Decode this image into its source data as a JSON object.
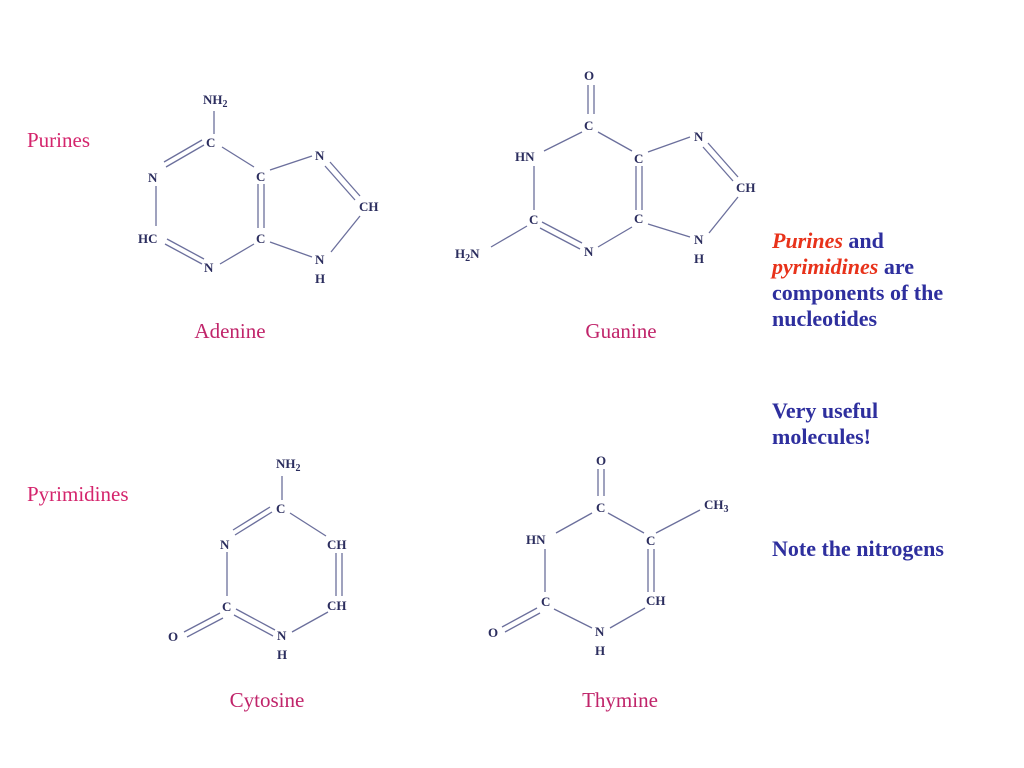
{
  "categories": {
    "purines": "Purines",
    "pyrimidines": "Pyrimidines"
  },
  "molecules": {
    "adenine": "Adenine",
    "guanine": "Guanine",
    "cytosine": "Cytosine",
    "thymine": "Thymine"
  },
  "atoms": {
    "NH2": "NH",
    "NH2_sub": "2",
    "H2N_pre": "H",
    "H2N_sub": "2",
    "H2N_post": "N",
    "CH3": "CH",
    "CH3_sub": "3",
    "C": "C",
    "N": "N",
    "H": "H",
    "O": "O",
    "CH": "CH",
    "HC": "HC",
    "HN": "HN"
  },
  "notes": {
    "line1_accent": "Purines",
    "line1_rest": " and",
    "line2_accent": "pyrimidines",
    "line2_rest": " are",
    "line3": "components of the",
    "line4": "nucleotides",
    "useful_line1": "Very useful",
    "useful_line2": "molecules!",
    "nitrogens": "Note the nitrogens"
  },
  "colors": {
    "category": "#d4246c",
    "molecule_name": "#c0246a",
    "atom_text": "#2b2d5e",
    "bond": "#6b6f9c",
    "note_text": "#2e2f9e",
    "note_accent": "#e8321a"
  }
}
